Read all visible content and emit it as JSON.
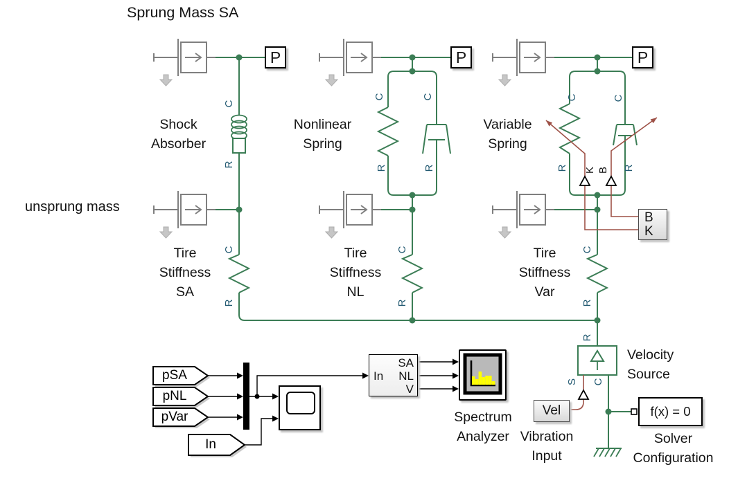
{
  "title": "Sprung Mass SA",
  "colors": {
    "green": "#3b7d55",
    "maroon": "#9e5147",
    "plbl": "#235a72",
    "mgray": "#7f7f7f",
    "yellow": "#ffff00"
  },
  "ports": {
    "C": "C",
    "R": "R",
    "S": "S",
    "K": "K",
    "B": "B"
  },
  "blocks": {
    "p_port": "P",
    "bk": {
      "b": "B",
      "k": "K"
    },
    "vel": "Vel",
    "solver": "f(x) = 0",
    "subsystem": {
      "in": "In",
      "out_sa": "SA",
      "out_nl": "NL",
      "out_v": "V"
    },
    "tags": {
      "psa": "pSA",
      "pnl": "pNL",
      "pvar": "pVar",
      "in": "In"
    }
  },
  "labels": {
    "unsprung_mass": "unsprung mass",
    "shock_absorber": "Shock\nAbsorber",
    "nonlinear_spring": "Nonlinear\nSpring",
    "variable_spring": "Variable\nSpring",
    "tire_stiffness_sa": "Tire\nStiffness\nSA",
    "tire_stiffness_nl": "Tire\nStiffness\nNL",
    "tire_stiffness_var": "Tire\nStiffness\nVar",
    "velocity_source": "Velocity\nSource",
    "solver_configuration": "Solver\nConfiguration",
    "spectrum_analyzer": "Spectrum\nAnalyzer",
    "vibration_input": "Vibration\nInput"
  }
}
